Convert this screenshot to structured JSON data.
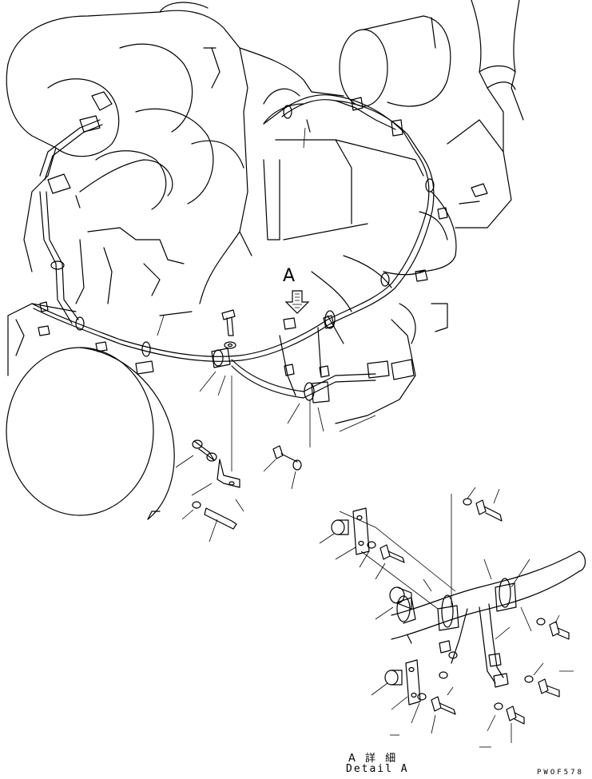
{
  "labels": {
    "view_arrow": "A",
    "detail_title_jp": "A 詳 細",
    "detail_title_en": "Detail A",
    "drawing_code": "PWOF578"
  }
}
